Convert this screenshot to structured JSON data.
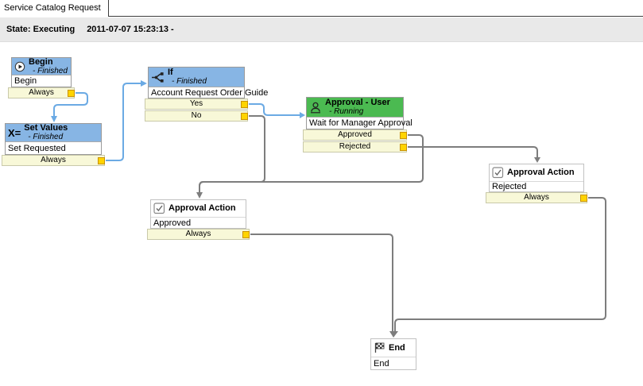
{
  "tab": {
    "label": "Service Catalog Request"
  },
  "status_bar": {
    "state_label": "State: Executing",
    "timestamp": "2011-07-07 15:23:13 -"
  },
  "nodes": [
    {
      "title": "Begin",
      "status": "- Finished",
      "body": "Begin",
      "icon": "play-circle-icon",
      "state": "finished",
      "transitions": [
        "Always"
      ]
    },
    {
      "title": "Set Values",
      "status": "- Finished",
      "body": "Set Requested",
      "icon": "x-equals-icon",
      "state": "finished",
      "transitions": [
        "Always"
      ]
    },
    {
      "title": "If",
      "status": "- Finished",
      "body": "Account Request Order Guide",
      "icon": "branch-icon",
      "state": "finished",
      "transitions": [
        "Yes",
        "No"
      ]
    },
    {
      "title": "Approval - User",
      "status": "- Running",
      "body": "Wait for Manager Approval",
      "icon": "person-icon",
      "state": "running",
      "transitions": [
        "Approved",
        "Rejected"
      ]
    },
    {
      "title": "Approval Action",
      "body": "Approved",
      "icon": "checkbox-icon",
      "state": "pending",
      "transitions": [
        "Always"
      ]
    },
    {
      "title": "Approval Action",
      "body": "Rejected",
      "icon": "checkbox-icon",
      "state": "pending",
      "transitions": [
        "Always"
      ]
    },
    {
      "title": "End",
      "body": "End",
      "icon": "checkered-flag-icon",
      "state": "pending",
      "transitions": []
    }
  ],
  "connectors": [
    {
      "from": "Begin",
      "via": "Always",
      "to": "Set Values",
      "executed": true
    },
    {
      "from": "Set Values",
      "via": "Always",
      "to": "If",
      "executed": true
    },
    {
      "from": "If",
      "via": "Yes",
      "to": "Approval - User",
      "executed": true
    },
    {
      "from": "If",
      "via": "No",
      "to": "Approval Action (Approved)",
      "executed": false
    },
    {
      "from": "Approval - User",
      "via": "Approved",
      "to": "Approval Action (Approved)",
      "executed": false
    },
    {
      "from": "Approval - User",
      "via": "Rejected",
      "to": "Approval Action (Rejected)",
      "executed": false
    },
    {
      "from": "Approval Action (Approved)",
      "via": "Always",
      "to": "End",
      "executed": false
    },
    {
      "from": "Approval Action (Rejected)",
      "via": "Always",
      "to": "End",
      "executed": false
    }
  ],
  "colors": {
    "finished_header": "#87B5E4",
    "running_header": "#4BBA51",
    "transition_bg": "#F8F8D8",
    "transition_handle": "#FFD400",
    "wire_executed": "#6BAAE4",
    "wire_pending": "#7D7D7D"
  }
}
